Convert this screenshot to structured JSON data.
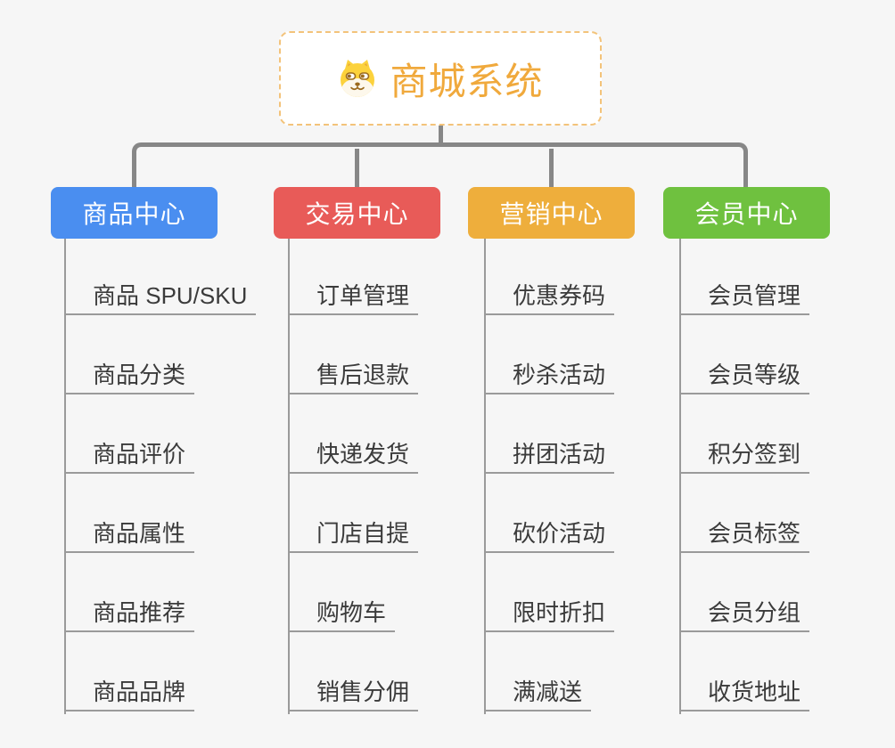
{
  "canvas": {
    "background": "#f6f6f6",
    "connector_color": "#878787",
    "leaf_line_color": "#9a9a9a"
  },
  "root": {
    "title": "商城系统",
    "title_color": "#f0a93c",
    "border_color": "#f3c37a",
    "icon": "dog-face-icon"
  },
  "branches": [
    {
      "label": "商品中心",
      "color": "#4a8ef0",
      "items": [
        "商品 SPU/SKU",
        "商品分类",
        "商品评价",
        "商品属性",
        "商品推荐",
        "商品品牌"
      ]
    },
    {
      "label": "交易中心",
      "color": "#e85b58",
      "items": [
        "订单管理",
        "售后退款",
        "快递发货",
        "门店自提",
        "购物车",
        "销售分佣"
      ]
    },
    {
      "label": "营销中心",
      "color": "#eeae3c",
      "items": [
        "优惠券码",
        "秒杀活动",
        "拼团活动",
        "砍价活动",
        "限时折扣",
        "满减送"
      ]
    },
    {
      "label": "会员中心",
      "color": "#6fc13f",
      "items": [
        "会员管理",
        "会员等级",
        "积分签到",
        "会员标签",
        "会员分组",
        "收货地址"
      ]
    }
  ]
}
